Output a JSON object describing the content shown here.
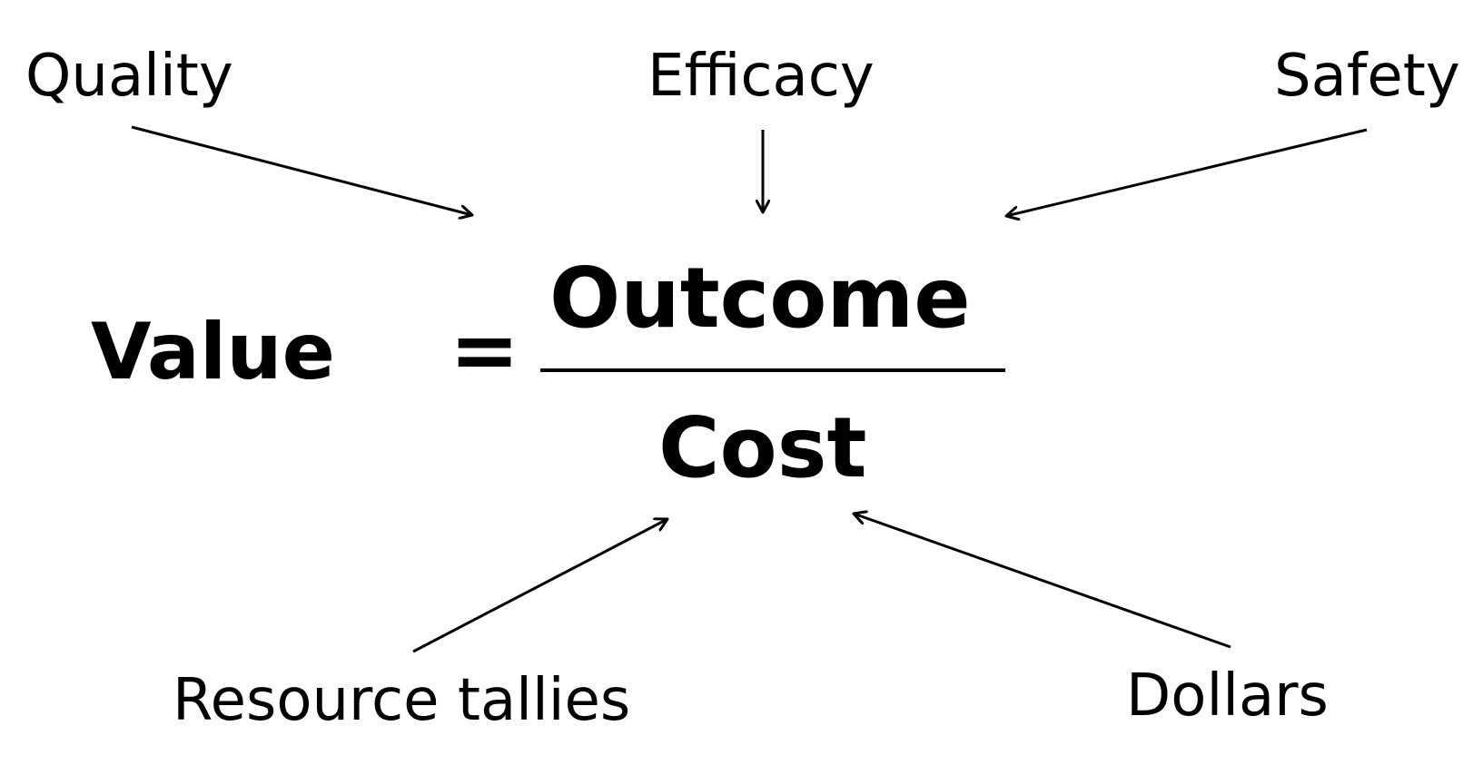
{
  "equation": {
    "lhs": "Value",
    "equals": "=",
    "numerator": "Outcome",
    "denominator": "Cost"
  },
  "outcome_factors": [
    "Quality",
    "Efficacy",
    "Safety"
  ],
  "cost_factors": [
    "Resource tallies",
    "Dollars"
  ],
  "colors": {
    "text": "#000000",
    "background": "#ffffff"
  }
}
